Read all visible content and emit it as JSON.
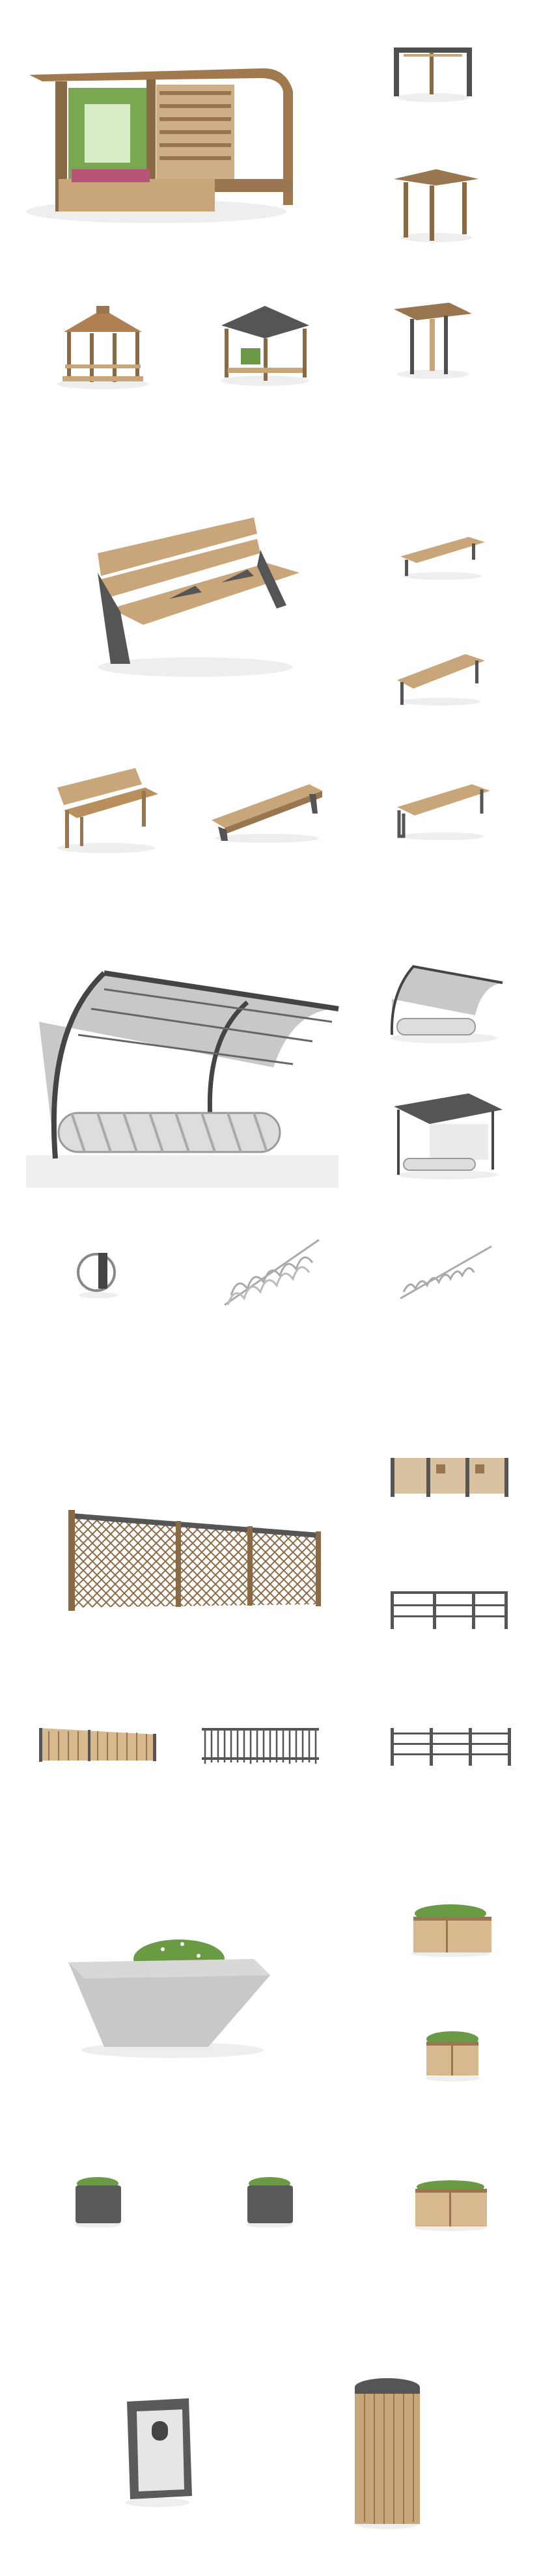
{
  "catalog": {
    "sections": [
      {
        "id": "shelters-pergolas",
        "items": [
          "bus-shelter-planter",
          "pergola-square",
          "pergola-roof",
          "gazebo-hexagonal",
          "gazebo-square",
          "pergola-canopy"
        ]
      },
      {
        "id": "benches",
        "items": [
          "bench-large",
          "bench-flat-1",
          "bench-flat-2",
          "bench-classic",
          "bench-curved",
          "bench-flat-3"
        ]
      },
      {
        "id": "bike-shelters-racks",
        "items": [
          "bike-shelter-large",
          "bike-shelter-small",
          "bike-shelter-roof",
          "bike-stand-single",
          "bike-rack-spiral",
          "bike-rack-wave"
        ]
      },
      {
        "id": "fences",
        "items": [
          "fence-lattice",
          "fence-panel-wood",
          "fence-rail-metal",
          "fence-wood-short",
          "fence-metal-bars",
          "fence-rail-post"
        ]
      },
      {
        "id": "planters",
        "items": [
          "planter-concrete-large",
          "planter-wood-1",
          "planter-wood-2",
          "planter-round-1",
          "planter-round-2",
          "planter-wood-3"
        ]
      },
      {
        "id": "bins",
        "items": [
          "bin-steel",
          "bin-wood"
        ]
      }
    ]
  },
  "colors": {
    "wood": "#c9a67a",
    "wood_dark": "#9a7650",
    "frame": "#4f4f4f",
    "steel": "#8a8a8a",
    "concrete": "#c8c8c8",
    "greenery": "#6b9a45",
    "shadow": "#eeeeee"
  }
}
